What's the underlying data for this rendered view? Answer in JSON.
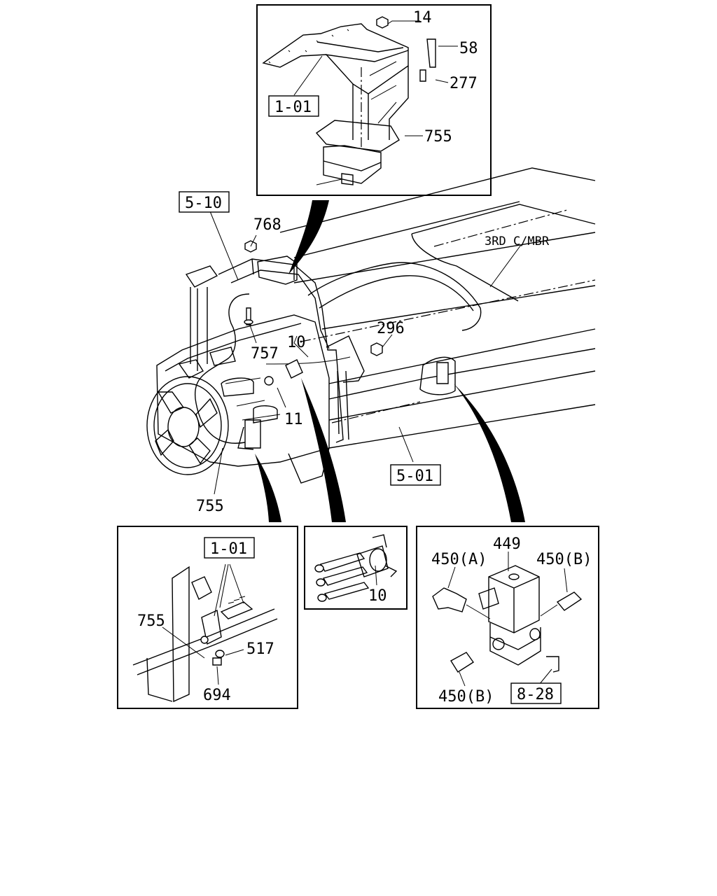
{
  "callouts": {
    "p14": "14",
    "p58": "58",
    "p277": "277",
    "ref_1_01_top": "1-01",
    "p755_top": "755",
    "ref_5_10": "5-10",
    "p768": "768",
    "crossmember": "3RD C/MBR",
    "p296": "296",
    "p10_main": "10",
    "p757": "757",
    "p11": "11",
    "ref_5_01": "5-01",
    "p755_main": "755",
    "ref_1_01_left": "1-01",
    "p755_left": "755",
    "p517": "517",
    "p694": "694",
    "p10_mid": "10",
    "p449": "449",
    "p450a": "450(A)",
    "p450b_top": "450(B)",
    "p450b_bottom": "450(B)",
    "ref_8_28": "8-28"
  }
}
